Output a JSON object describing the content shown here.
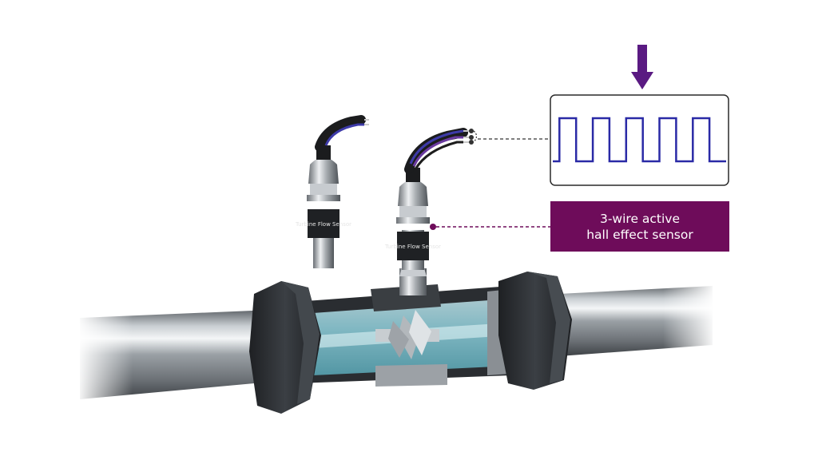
{
  "callout": {
    "line1": "3-wire active",
    "line2": "hall effect sensor"
  },
  "sensor_body_text": "Turbine Flow Sensor",
  "signal": {
    "pulse_count": 5
  },
  "colors": {
    "callout_bg": "#6e0c5a",
    "signal_line": "#2a2aa6",
    "arrow": "#5a1a82",
    "pipe": "#b9bfc4",
    "nut": "#2c2f33"
  },
  "icons": {
    "arrow": "down-arrow-icon"
  }
}
